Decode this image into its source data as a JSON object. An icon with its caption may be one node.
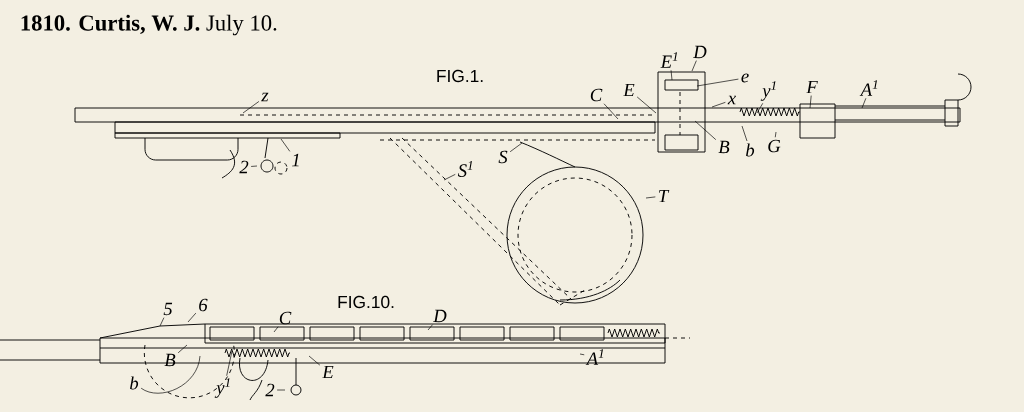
{
  "diagram": {
    "title": "**1810.** **Curtis, W. J.** July 10.",
    "nodes": [
      {
        "text": [
          "z"
        ]
      },
      {
        "text": [
          "1"
        ]
      },
      {
        "text": [
          "2"
        ]
      },
      {
        "text": [
          "E$^{1}$"
        ]
      },
      {
        "text": [
          "D"
        ]
      },
      {
        "text": [
          "e"
        ]
      },
      {
        "text": [
          "C"
        ]
      },
      {
        "text": [
          "E"
        ]
      },
      {
        "text": [
          "x"
        ]
      },
      {
        "text": [
          "y$^{1}$"
        ]
      },
      {
        "text": [
          "F"
        ]
      },
      {
        "text": [
          "A$^{1}$"
        ]
      },
      {
        "text": [
          "B"
        ]
      },
      {
        "text": [
          "b"
        ]
      },
      {
        "text": [
          "G"
        ]
      },
      {
        "text": [
          "S"
        ]
      },
      {
        "text": [
          "S$^{1}$"
        ]
      },
      {
        "text": [
          "T"
        ]
      },
      {
        "text": [
          "5"
        ]
      },
      {
        "text": [
          "6"
        ]
      },
      {
        "text": [
          "C"
        ]
      },
      {
        "text": [
          "D"
        ]
      },
      {
        "text": [
          "A$^{1}$"
        ]
      },
      {
        "text": [
          "B"
        ]
      },
      {
        "text": [
          "b"
        ]
      },
      {
        "text": [
          "y$^{1}$"
        ]
      },
      {
        "text": [
          "E"
        ]
      },
      {
        "text": [
          "2"
        ]
      }
    ],
    "edges": [
      {
        "from": 0,
        "to": null,
        "arrow": "none"
      },
      {
        "from": 1,
        "to": null,
        "arrow": "none"
      },
      {
        "from": 2,
        "to": null,
        "arrow": "none"
      },
      {
        "from": 3,
        "to": null,
        "arrow": "none"
      },
      {
        "from": 4,
        "to": null,
        "arrow": "none"
      },
      {
        "from": 5,
        "to": null,
        "arrow": "none"
      },
      {
        "from": 6,
        "to": null,
        "arrow": "none"
      },
      {
        "from": 7,
        "to": null,
        "arrow": "none"
      },
      {
        "from": 8,
        "to": null,
        "arrow": "none"
      },
      {
        "from": 9,
        "to": null,
        "arrow": "none"
      },
      {
        "from": 10,
        "to": null,
        "arrow": "none"
      },
      {
        "from": 11,
        "to": null,
        "arrow": "none"
      },
      {
        "from": 12,
        "to": null,
        "arrow": "none"
      },
      {
        "from": 13,
        "to": null,
        "arrow": "none"
      },
      {
        "from": 14,
        "to": null,
        "arrow": "none"
      },
      {
        "from": 15,
        "to": null,
        "arrow": "none"
      },
      {
        "from": 16,
        "to": null,
        "arrow": "none"
      },
      {
        "from": 17,
        "to": null,
        "arrow": "none"
      },
      {
        "from": 18,
        "to": null,
        "arrow": "none"
      },
      {
        "from": 19,
        "to": null,
        "arrow": "none"
      },
      {
        "from": 20,
        "to": null,
        "arrow": "none"
      },
      {
        "from": 21,
        "to": null,
        "arrow": "none"
      },
      {
        "from": 22,
        "to": null,
        "arrow": "none"
      },
      {
        "from": 23,
        "to": null,
        "arrow": "none"
      },
      {
        "from": 24,
        "to": null,
        "arrow": "none"
      },
      {
        "from": 25,
        "to": null,
        "arrow": "none"
      },
      {
        "from": 26,
        "to": null,
        "arrow": "none"
      },
      {
        "from": 27,
        "to": null,
        "arrow": "none"
      }
    ],
    "labels": [
      "FIG.1.",
      "FIG.10."
    ]
  }
}
